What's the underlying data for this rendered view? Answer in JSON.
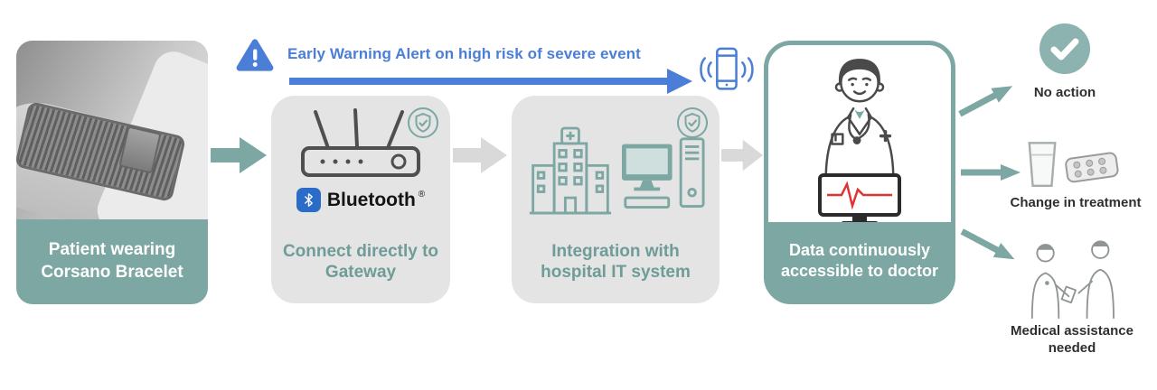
{
  "alert": {
    "text": "Early Warning Alert on high risk of severe event"
  },
  "cards": {
    "patient": {
      "label": "Patient wearing Corsano Bracelet"
    },
    "gateway": {
      "label": "Connect directly to Gateway",
      "bluetooth": "Bluetooth",
      "registered": "®"
    },
    "hospital": {
      "label": "Integration with hospital IT system"
    },
    "doctor": {
      "label": "Data continuously accessible to doctor"
    }
  },
  "outcomes": [
    {
      "label": "No action",
      "icon": "check-circle"
    },
    {
      "label": "Change in treatment",
      "icon": "glass-and-pills"
    },
    {
      "label": "Medical assistance needed",
      "icon": "two-doctors"
    }
  ],
  "icons": {
    "warning": "warning-triangle",
    "alert_target": "smartphone-with-signal",
    "security": "shield-check",
    "gateway": "wifi-router",
    "bluetooth": "bluetooth-logo",
    "hospital": "hospital-building",
    "it_system": "computer-workstation",
    "doctor": "doctor-avatar",
    "monitor": "ecg-monitor"
  },
  "colors": {
    "teal": "#7CA7A2",
    "teal_text": "#6E9C97",
    "blue": "#4B7ED6",
    "bluetooth_blue": "#2A6CC8",
    "card_gray": "#E4E4E4",
    "arrow_gray": "#D9D9D9",
    "ecg_red": "#E03434",
    "label_dark": "#2F2F2F"
  }
}
